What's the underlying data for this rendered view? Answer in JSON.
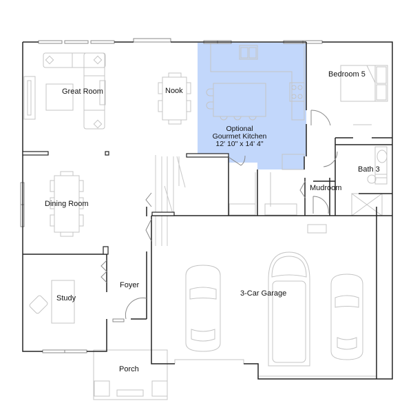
{
  "plan": {
    "highlight_color": "#c2d7fb",
    "wall_color": "#222222",
    "fixture_color": "#bdbdbd"
  },
  "rooms": {
    "great_room": {
      "label": "Great Room"
    },
    "nook": {
      "label": "Nook"
    },
    "kitchen": {
      "label_line1": "Optional",
      "label_line2": "Gourmet Kitchen",
      "dimensions": "12' 10\" x 14' 4\"",
      "highlighted": true
    },
    "bedroom5": {
      "label": "Bedroom 5"
    },
    "bath3": {
      "label": "Bath 3"
    },
    "mudroom": {
      "label": "Mudroom"
    },
    "dining_room": {
      "label": "Dining Room"
    },
    "study": {
      "label": "Study"
    },
    "foyer": {
      "label": "Foyer"
    },
    "porch": {
      "label": "Porch"
    },
    "garage": {
      "label": "3-Car Garage"
    }
  }
}
